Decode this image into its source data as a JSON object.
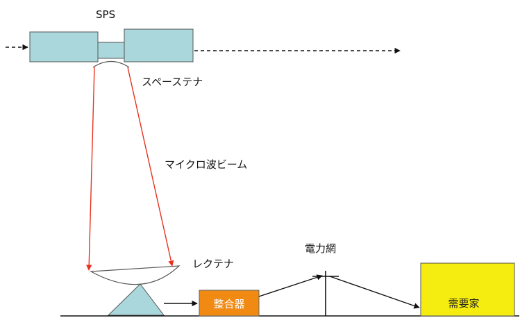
{
  "labels": {
    "sps": "SPS",
    "spacetenna": "スペーステナ",
    "microwave_beam": "マイクロ波ビーム",
    "rectenna": "レクテナ",
    "power_grid": "電力網",
    "matching_unit": "整合器",
    "consumer": "需要家"
  },
  "colors": {
    "satellite_body": "#a9d7dc",
    "beam": "#e8321e",
    "matching_unit": "#f08a12",
    "consumer": "#f5ec10",
    "ground_pyramid": "#a9d7dc",
    "line": "#111111"
  }
}
